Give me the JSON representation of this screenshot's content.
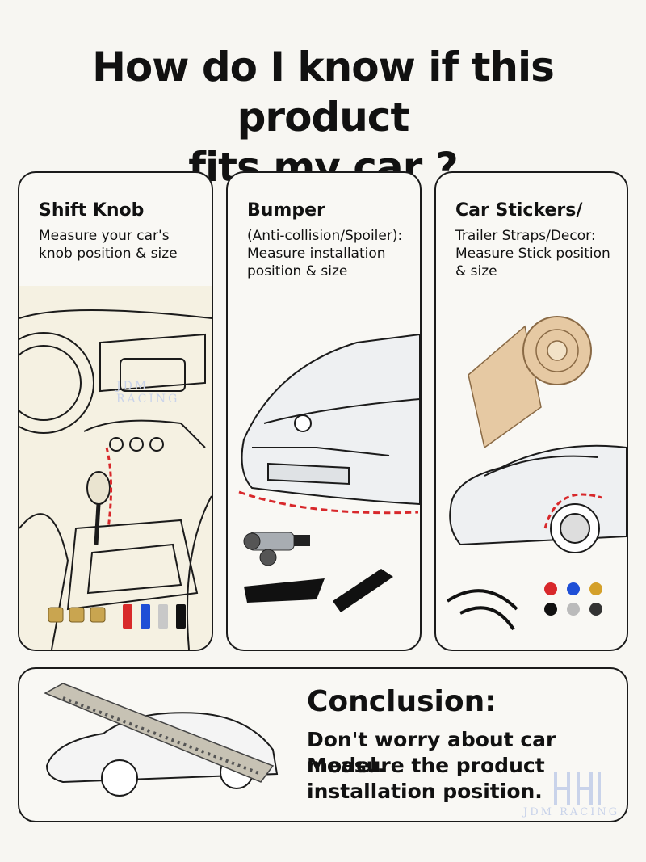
{
  "headline": {
    "line1": "How do I know if this product",
    "line2": "fits my car ?"
  },
  "cards": [
    {
      "title": "Shift Knob",
      "lines": [
        "Measure your car's",
        "knob position & size"
      ]
    },
    {
      "title": "Bumper",
      "lines": [
        "(Anti-collision/Spoiler):",
        "Measure installation",
        "position & size"
      ]
    },
    {
      "title": "Car Stickers/",
      "lines": [
        "Trailer Straps/Decor:",
        "Measure Stick position",
        "& size"
      ]
    }
  ],
  "conclusion": {
    "title": "Conclusion:",
    "lines": [
      "Don't worry about car model.",
      "Measure the product",
      "installation position."
    ]
  },
  "watermark": {
    "text": "JDM RACING",
    "inline_text": "JDM RACING"
  },
  "colors": {
    "accent_red": "#d8282b",
    "outline": "#1b1b1b",
    "tape": "#e6c9a3",
    "card_bg": "#f9f8f4"
  }
}
